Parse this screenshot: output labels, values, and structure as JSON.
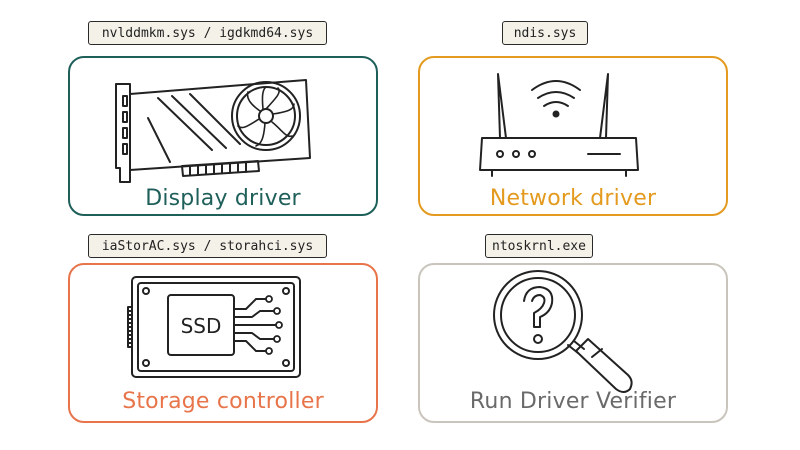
{
  "colors": {
    "display": "#1f5f5a",
    "network": "#e39a1e",
    "storage": "#e8744a",
    "verifier": "#c9c5bd",
    "verifier_text": "#6a6a6a",
    "ink": "#222222"
  },
  "cards": {
    "display": {
      "tag": "nvlddmkm.sys / igdkmd64.sys",
      "label": "Display driver",
      "icon": "graphics-card-icon"
    },
    "network": {
      "tag": "ndis.sys",
      "label": "Network driver",
      "icon": "router-icon"
    },
    "storage": {
      "tag": "iaStorAC.sys / storahci.sys",
      "label": "Storage controller",
      "icon": "ssd-icon",
      "icon_text": "SSD"
    },
    "verifier": {
      "tag": "ntoskrnl.exe",
      "label": "Run Driver Verifier",
      "icon": "magnifier-question-icon"
    }
  }
}
